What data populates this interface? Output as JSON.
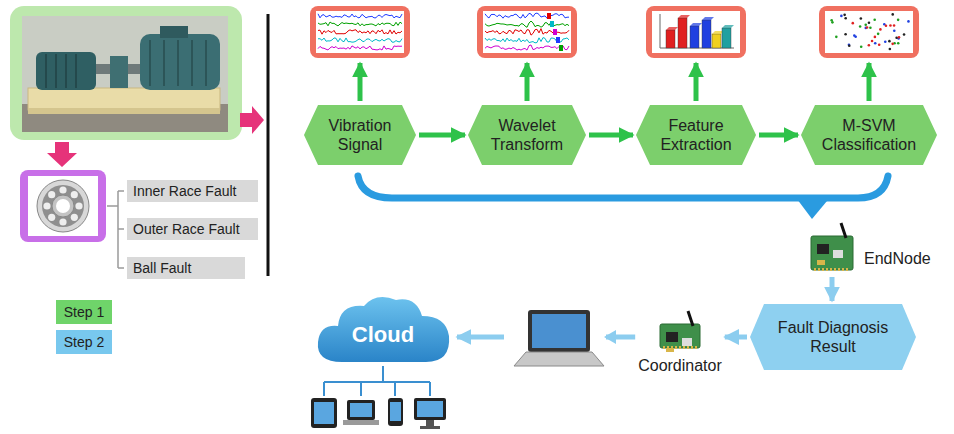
{
  "diagram": {
    "nodes": [
      {
        "text": [
          "Inner Race Fault"
        ]
      },
      {
        "text": [
          "Outer Race Fault"
        ]
      },
      {
        "text": [
          "Ball Fault"
        ]
      },
      {
        "text": [
          "Vibration Signal"
        ]
      },
      {
        "text": [
          "Wavelet Transform"
        ]
      },
      {
        "text": [
          "Feature Extraction"
        ]
      },
      {
        "text": [
          "M-SVM Classification"
        ]
      },
      {
        "text": [
          "EndNode"
        ]
      },
      {
        "text": [
          "Fault Diagnosis Result"
        ]
      },
      {
        "text": [
          "Coordinator"
        ]
      },
      {
        "text": [
          "Cloud"
        ]
      }
    ],
    "edges": [
      {
        "from": 3,
        "to": 4,
        "arrow": "to"
      },
      {
        "from": 4,
        "to": 5,
        "arrow": "to"
      },
      {
        "from": 5,
        "to": 6,
        "arrow": "to"
      },
      {
        "from": 7,
        "to": 8,
        "arrow": "to"
      },
      {
        "from": 8,
        "to": 9,
        "arrow": "to"
      },
      {
        "from": 9,
        "to": 10,
        "arrow": "to"
      }
    ],
    "legend": [
      {
        "text": "Step 1",
        "color": "#6fd46a"
      },
      {
        "text": "Step 2",
        "color": "#78c8ee"
      }
    ]
  }
}
